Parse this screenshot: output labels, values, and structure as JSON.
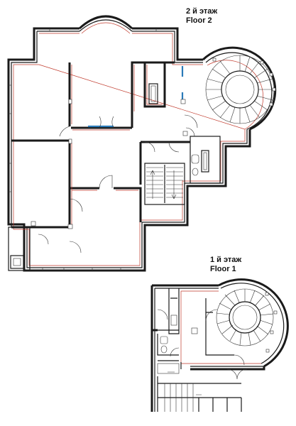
{
  "floor2": {
    "label_line1": "2 й этаж",
    "label_line2": "Floor 2"
  },
  "floor1": {
    "label_line1": "1 й этаж",
    "label_line2": "Floor 1"
  }
}
